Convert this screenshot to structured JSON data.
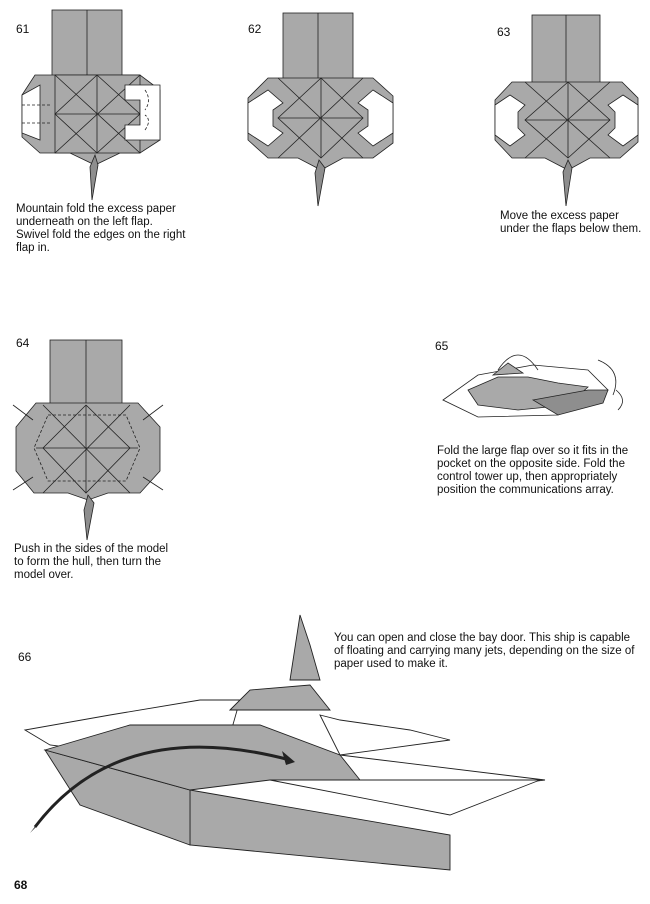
{
  "page": {
    "number": "68"
  },
  "colors": {
    "paper_gray": "#a9a9a9",
    "dark_gray": "#8e8e8e",
    "line": "#222222",
    "white": "#ffffff"
  },
  "steps": [
    {
      "num": "61",
      "caption": "Mountain fold the excess paper\nunderneath on the left flap.\nSwivel fold the edges on the right\nflap in."
    },
    {
      "num": "62",
      "caption": ""
    },
    {
      "num": "63",
      "caption": "Move the excess paper\nunder the flaps below them."
    },
    {
      "num": "64",
      "caption": "Push in the sides of the model\nto form the hull, then turn the\nmodel over."
    },
    {
      "num": "65",
      "caption": "Fold the large flap over so it fits in the\npocket on the opposite side. Fold the\ncontrol tower up, then appropriately\nposition the communications array."
    },
    {
      "num": "66",
      "caption": "You can open and close the bay door. This ship is capable\nof floating and carrying many jets, depending on the size of\npaper used to make it."
    }
  ]
}
